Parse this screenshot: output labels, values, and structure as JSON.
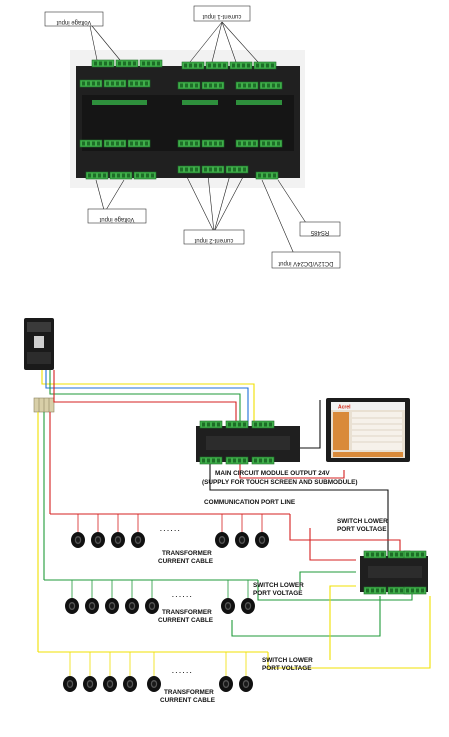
{
  "top_photo": {
    "callouts": {
      "voltage_input_top": "Voltage input",
      "current_1_input": "current-1 input",
      "voltage_input_bottom": "Voltage input",
      "current_2_input": "current-2 input",
      "rs485": "RS485",
      "dc_input": "DC12V/DC24V input"
    }
  },
  "wiring_diagram": {
    "captions": {
      "main_module_output_line1": "MAIN CIRCUIT MODULE OUTPUT 24V",
      "main_module_output_line2": "(SUPPLY FOR TOUCH SCREEN AND SUBMODULE)",
      "communication_port_line": "COMMUNICATION PORT LINE",
      "switch_lower_port_voltage_1_line1": "SWITCH LOWER",
      "switch_lower_port_voltage_1_line2": "PORT VOLTAGE",
      "switch_lower_port_voltage_2_line1": "SWITCH LOWER",
      "switch_lower_port_voltage_2_line2": "PORT VOLTAGE",
      "switch_lower_port_voltage_3_line1": "SWITCH LOWER",
      "switch_lower_port_voltage_3_line2": "PORT VOLTAGE",
      "transformer_1_line1": "TRANSFORMER",
      "transformer_1_line2": "CURRENT CABLE",
      "transformer_2_line1": "TRANSFORMER",
      "transformer_2_line2": "CURRENT CABLE",
      "transformer_3_line1": "TRANSFORMER",
      "transformer_3_line2": "CURRENT CABLE",
      "ellipsis": ". . . . . ."
    },
    "touch_screen_brand": "Acrel",
    "wire_colors": {
      "red": "#d62020",
      "green": "#1f9a3a",
      "yellow": "#f0e000",
      "blue": "#1e6fd9",
      "black": "#111111"
    }
  }
}
